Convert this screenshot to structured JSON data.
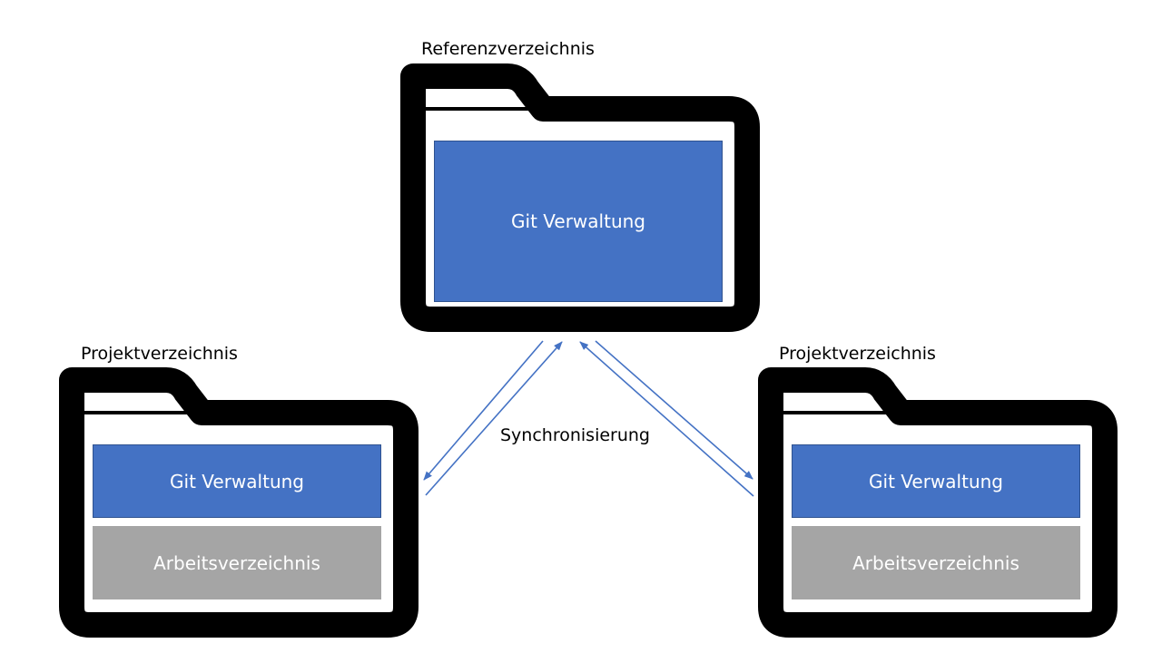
{
  "reference_folder": {
    "title": "Referenzverzeichnis",
    "git_label": "Git Verwaltung"
  },
  "project_folders": [
    {
      "title": "Projektverzeichnis",
      "git_label": "Git Verwaltung",
      "work_label": "Arbeitsverzeichnis"
    },
    {
      "title": "Projektverzeichnis",
      "git_label": "Git Verwaltung",
      "work_label": "Arbeitsverzeichnis"
    }
  ],
  "sync_label": "Synchronisierung",
  "colors": {
    "git_box": "#4472c4",
    "work_box": "#a5a5a5",
    "folder_outline": "#000000",
    "arrow": "#4472c4"
  }
}
